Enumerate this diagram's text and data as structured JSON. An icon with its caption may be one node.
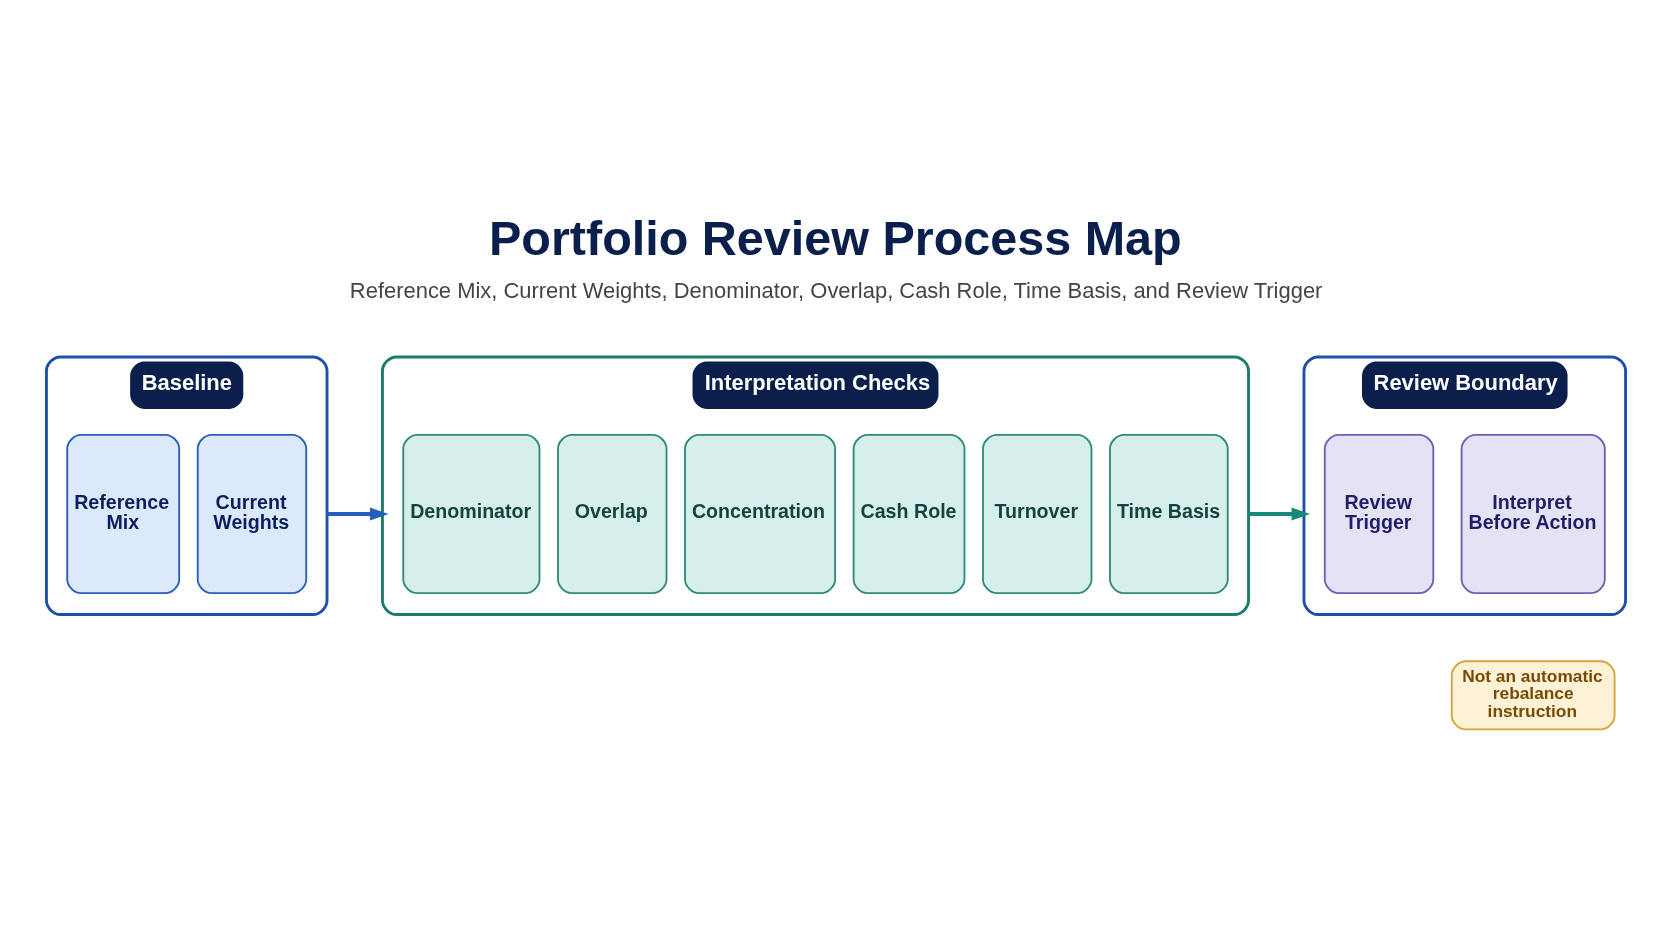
{
  "diagram": {
    "title": "Portfolio Review Process Map",
    "caption": "Reference Mix, Current Weights, Denominator, Overlap, Cash Role, Time Basis, and Review Trigger",
    "nodes": [
      {
        "text": [
          "Baseline"
        ]
      },
      {
        "text": [
          "Reference Mix"
        ],
        "in": 0
      },
      {
        "text": [
          "Current Weights"
        ],
        "in": 0
      },
      {
        "text": [
          "Interpretation Checks"
        ]
      },
      {
        "text": [
          "Denominator"
        ],
        "in": 3
      },
      {
        "text": [
          "Overlap"
        ],
        "in": 3
      },
      {
        "text": [
          "Concentration"
        ],
        "in": 3
      },
      {
        "text": [
          "Cash Role"
        ],
        "in": 3
      },
      {
        "text": [
          "Turnover"
        ],
        "in": 3
      },
      {
        "text": [
          "Time Basis"
        ],
        "in": 3
      },
      {
        "text": [
          "Review Boundary"
        ]
      },
      {
        "text": [
          "Review Trigger"
        ],
        "in": 10
      },
      {
        "text": [
          "Interpret Before Action"
        ],
        "in": 10
      },
      {
        "text": [
          "Not an automatic rebalance instruction"
        ]
      }
    ],
    "edges": [
      {
        "from": 0,
        "to": 3,
        "arrow": "to",
        "color": "#2560c0"
      },
      {
        "from": 3,
        "to": 10,
        "arrow": "to",
        "color": "#17897a"
      }
    ]
  }
}
